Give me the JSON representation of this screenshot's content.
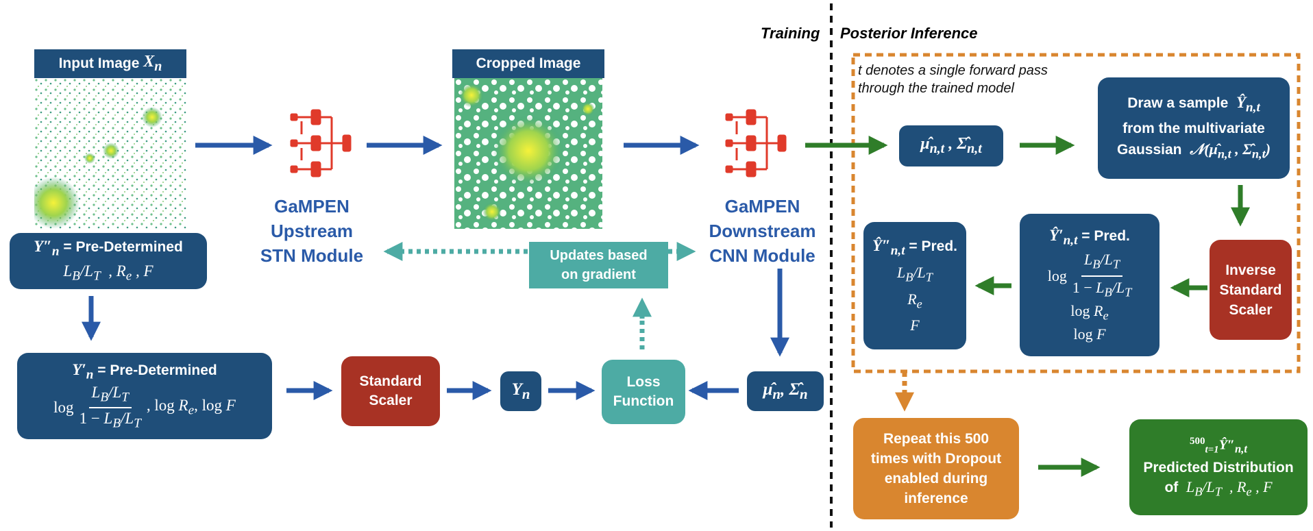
{
  "phase_labels": {
    "training": "Training",
    "inference": "Posterior Inference"
  },
  "input_header": "Input Image",
  "input_symbol": "X",
  "input_sub": "n",
  "cropped_header": "Cropped Image",
  "upstream_module": {
    "line1": "GaMPEN",
    "line2": "Upstream",
    "line3": "STN Module"
  },
  "downstream_module": {
    "line1": "GaMPEN",
    "line2": "Downstream",
    "line3": "CNN Module"
  },
  "predetermined_box": {
    "title": "= Pre-Determined",
    "vars": "L_B/L_T , R_e , F"
  },
  "transformed_box": {
    "title": "= Pre-Determined",
    "tail": ", log R_e, log F"
  },
  "standard_scaler": {
    "line1": "Standard",
    "line2": "Scaler"
  },
  "yn_label": "Y_n",
  "loss_function": {
    "line1": "Loss",
    "line2": "Function"
  },
  "mu_sigma_training": "μ̂_n, Σ̂_n",
  "updates_box": {
    "line1": "Updates based",
    "line2": "on gradient"
  },
  "note": {
    "line1": "t denotes a single forward pass",
    "line2": "through the trained model"
  },
  "mu_sigma_inference": "μ̂_n,t , Σ̂_n,t",
  "draw_box": {
    "line1": "Draw a sample",
    "line2": "from the multivariate",
    "line3": "Gaussian"
  },
  "inverse_scaler": {
    "line1": "Inverse",
    "line2": "Standard",
    "line3": "Scaler"
  },
  "pred_log_box": {
    "title": "= Pred.",
    "l1": "log R_e",
    "l2": "log F"
  },
  "pred_box": {
    "title": "= Pred.",
    "l1": "L_B/L_T",
    "l2": "R_e",
    "l3": "F"
  },
  "repeat_box": {
    "line1": "Repeat this 500",
    "line2": "times with Dropout",
    "line3": "enabled during",
    "line4": "inference"
  },
  "predicted_dist": {
    "top": "500",
    "line1": "Predicted Distribution",
    "line2": "of"
  },
  "colors": {
    "navy": "#1f4e79",
    "red": "#a83224",
    "teal": "#4daba4",
    "orange": "#d9862f",
    "green": "#2f7d29",
    "arrow_blue": "#2a5aa8"
  }
}
